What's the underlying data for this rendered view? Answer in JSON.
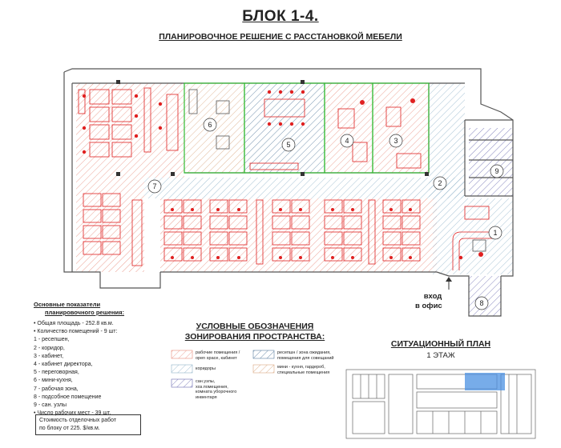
{
  "header": {
    "title": "БЛОК 1-4.",
    "subtitle": "ПЛАНИРОВОЧНОЕ РЕШЕНИЕ С РАССТАНОВКОЙ МЕБЕЛИ"
  },
  "plan": {
    "room_numbers": [
      "6",
      "5",
      "4",
      "3",
      "7",
      "2",
      "9",
      "1",
      "8"
    ],
    "entrance_label_1": "вход",
    "entrance_label_2": "в офис"
  },
  "indicators": {
    "heading_1": "Основные показатели",
    "heading_2": "планировочного решения:",
    "items": [
      "•    Общая площадь - 252.8 кв.м.",
      "•    Количество помещений - 9 шт:",
      "1 - ресепшен,",
      "2 - коридор,",
      "3 - кабинет,",
      "4 - кабинет директора,",
      "5 - переговорная,",
      "6 - мини-кухня,",
      "7 - рабочая зона,",
      "8 - подсобное помещение",
      "9 - сан. узлы",
      "•    Число рабочих мест  - 39 шт."
    ],
    "cost_1": "Стоимость отделочных работ",
    "cost_2": "по блоку от 225. $/кв.м."
  },
  "legend": {
    "title_1": "УСЛОВНЫЕ ОБОЗНАЧЕНИЯ",
    "title_2": "ЗОНИРОВАНИЯ ПРОСТРАНСТВА:",
    "items": [
      {
        "label_1": "рабочие помещения /",
        "label_2": "open space, кабинет",
        "label_3": "",
        "color": "#e88a7a"
      },
      {
        "label_1": "коридоры",
        "label_2": "",
        "label_3": "",
        "color": "#8fb3c9"
      },
      {
        "label_1": "сан.узлы,",
        "label_2": "хоз.помещения,",
        "label_3": "комната уборочного инвентаря",
        "color": "#6a6ab0"
      },
      {
        "label_1": "ресепшн / зона ожидания,",
        "label_2": "помещения для совещаний",
        "label_3": "",
        "color": "#5a7fa0"
      },
      {
        "label_1": "мини - кухня, гардероб,",
        "label_2": "специальные помещения",
        "label_3": "",
        "color": "#d9a882"
      }
    ]
  },
  "situation": {
    "title": "СИТУАЦИОННЫЙ ПЛАН",
    "floor": "1 ЭТАЖ"
  },
  "colors": {
    "work_hatch": "#e88a7a",
    "corridor_hatch": "#8fb3c9",
    "wall": "#555555",
    "furniture": "#e02020",
    "meeting_outline": "#33bb33",
    "highlight": "#4a90e2"
  }
}
